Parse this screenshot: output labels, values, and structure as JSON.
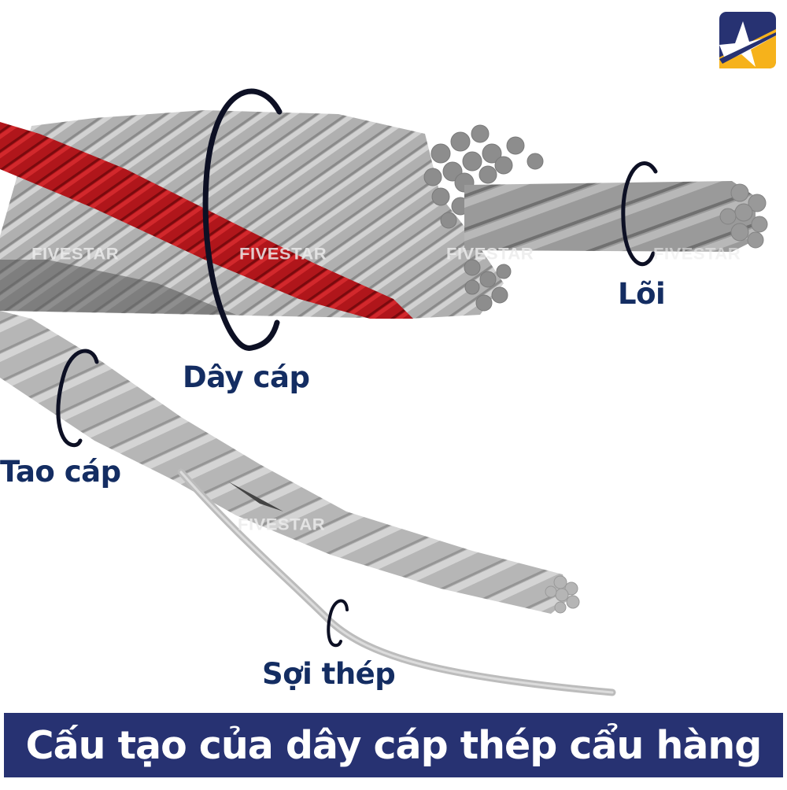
{
  "brand": {
    "logo": "fivestar-star-logo-icon",
    "watermark": "FIVESTAR",
    "colors": {
      "navy": "#273272",
      "gold": "#f6b21b",
      "label": "#142d62"
    }
  },
  "labels": {
    "day_cap": "Dây cáp",
    "loi": "Lõi",
    "tao_cap": "Tao cáp",
    "soi_thep": "Sợi thép"
  },
  "components": [
    {
      "name": "Dây cáp",
      "meaning": "wire rope",
      "marker": "ring-bracket-icon"
    },
    {
      "name": "Lõi",
      "meaning": "core",
      "marker": "ring-bracket-icon"
    },
    {
      "name": "Tao cáp",
      "meaning": "strand",
      "marker": "ring-bracket-icon"
    },
    {
      "name": "Sợi thép",
      "meaning": "steel wire",
      "marker": "ring-bracket-icon"
    }
  ],
  "colors": {
    "rope_gray": "#a9a9a9",
    "rope_light": "#c8c8c8",
    "rope_dark": "#6e6e6e",
    "rope_red": "#a8141a",
    "bracket": "#0d1024"
  },
  "title": "Cấu tạo của dây cáp thép cẩu hàng"
}
